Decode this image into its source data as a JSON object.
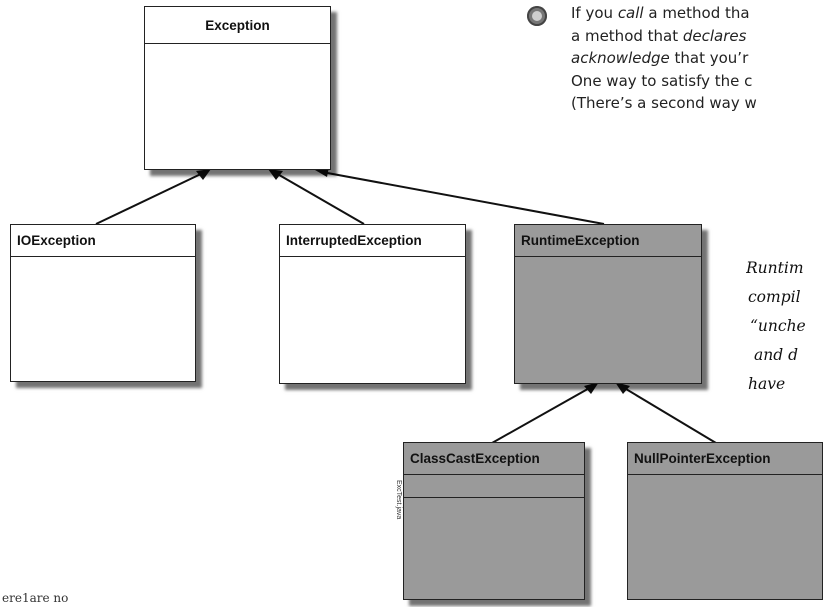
{
  "diagram": {
    "classes": {
      "exception": "Exception",
      "io_exception": "IOException",
      "interrupted_exception": "InterruptedException",
      "runtime_exception": "RuntimeException",
      "class_cast_exception": "ClassCastException",
      "null_pointer_exception": "NullPointerException"
    },
    "small_vertical_text": "ExcTest.java"
  },
  "text_block": {
    "lines": [
      [
        "If you ",
        "call",
        " a method tha"
      ],
      [
        "a method that ",
        "declares"
      ],
      [
        "",
        "acknowledge",
        " that you’r"
      ],
      [
        "One way to satisfy the c"
      ],
      [
        "(There’s a second way w"
      ]
    ]
  },
  "side_note": {
    "lines": [
      "Runtim",
      "compil",
      "“unche",
      "and d",
      "have"
    ]
  },
  "corner_text": "ere1are no"
}
